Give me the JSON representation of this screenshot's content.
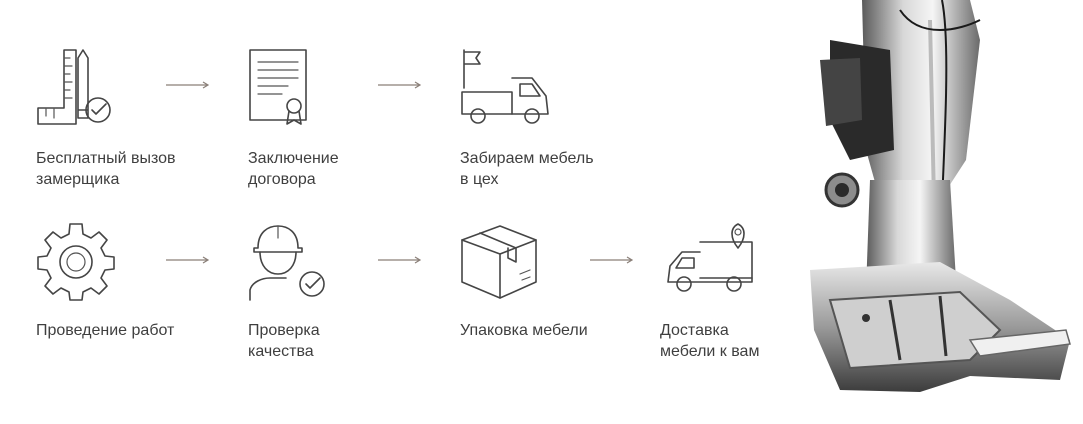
{
  "process": {
    "row1": [
      {
        "icon": "ruler-pencil-check-icon",
        "label": "Бесплатный вызов\nзамерщика"
      },
      {
        "icon": "contract-document-icon",
        "label": "Заключение\nдоговора"
      },
      {
        "icon": "truck-flag-icon",
        "label": "Забираем мебель\nв цех"
      }
    ],
    "row2": [
      {
        "icon": "gear-icon",
        "label": "Проведение работ"
      },
      {
        "icon": "worker-helmet-check-icon",
        "label": "Проверка\nкачества"
      },
      {
        "icon": "package-box-icon",
        "label": "Упаковка мебели"
      },
      {
        "icon": "truck-location-pin-icon",
        "label": "Доставка\nмебели к вам"
      }
    ]
  },
  "colors": {
    "icon_stroke": "#454545",
    "arrow": "#8a7f78",
    "text": "#3f3f3f"
  },
  "image": {
    "subject": "sewing-machine-presser-foot"
  }
}
